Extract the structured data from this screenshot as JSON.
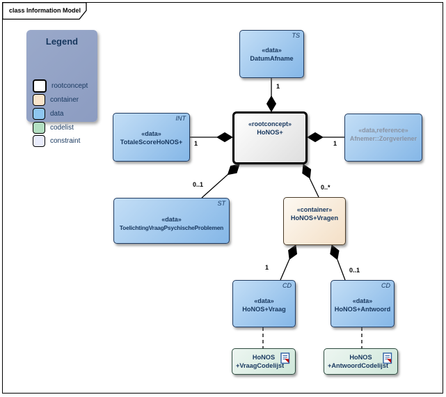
{
  "frame": {
    "title": "class Information Model"
  },
  "legend": {
    "title": "Legend",
    "items": [
      {
        "label": "rootconcept",
        "color": "#ffffff"
      },
      {
        "label": "container",
        "color": "#f9e4cb"
      },
      {
        "label": "data",
        "color": "#8ec6f0"
      },
      {
        "label": "codelist",
        "color": "#b3dfc2"
      },
      {
        "label": "constraint",
        "color": "#e9ecfb"
      }
    ]
  },
  "nodes": {
    "datumafname": {
      "stereotype": "«data»",
      "name": "DatumAfname",
      "corner": "TS"
    },
    "honos": {
      "stereotype": "«rootconcept»",
      "name": "HoNOS+"
    },
    "totalescore": {
      "stereotype": "«data»",
      "name": "TotaleScoreHoNOS+",
      "corner": "INT"
    },
    "afnemer": {
      "stereotype": "«data,reference»",
      "name": "Afnemer::Zorgverlener"
    },
    "toelichting": {
      "stereotype": "«data»",
      "name": "ToelichtingVraagPsychischeProblemen",
      "corner": "ST"
    },
    "vragen": {
      "stereotype": "«container»",
      "name": "HoNOS+Vragen"
    },
    "vraag": {
      "stereotype": "«data»",
      "name": "HoNOS+Vraag",
      "corner": "CD"
    },
    "antwoord": {
      "stereotype": "«data»",
      "name": "HoNOS+Antwoord",
      "corner": "CD"
    },
    "vraagcodelijst": {
      "line1": "HoNOS",
      "line2": "+VraagCodelijst"
    },
    "antwoordcodelijst": {
      "line1": "HoNOS",
      "line2": "+AntwoordCodelijst"
    }
  },
  "connectors": {
    "datumafname_to_honos": {
      "multiplicity": "1"
    },
    "totalescore_to_honos": {
      "multiplicity": "1"
    },
    "honos_to_afnemer": {
      "multiplicity": "1"
    },
    "toelichting_to_honos": {
      "multiplicity": "0..1"
    },
    "vragen_to_honos": {
      "multiplicity": "0..*"
    },
    "vraag_to_vragen": {
      "multiplicity": "1"
    },
    "antwoord_to_vragen": {
      "multiplicity": "0..1"
    }
  },
  "icons": {
    "codelist_doc": "document-with-red-arrow-icon"
  },
  "colors": {
    "legend_bg": "#93a3c6",
    "data_fill_light": "#c3def6",
    "data_fill_dark": "#85b7e7",
    "container_fill_light": "#fdf9f2",
    "container_fill_dark": "#f4dfc6",
    "codelist_fill_light": "#edf6f1",
    "codelist_fill_dark": "#cfe7da",
    "constraint_fill": "#e9ecfb",
    "rootconcept_fill": "#ffffff",
    "node_text": "#17375e",
    "reference_text": "#8a93a3",
    "line": "#000000"
  }
}
